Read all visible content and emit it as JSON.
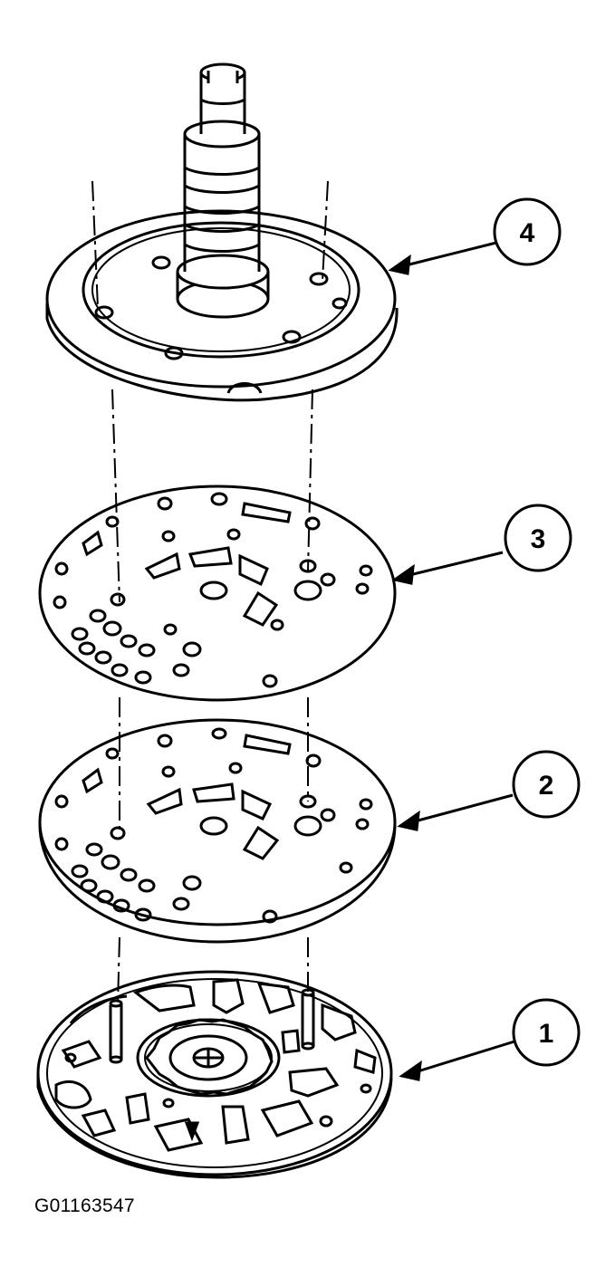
{
  "callouts": [
    {
      "number": "4",
      "part": "pump-cover-with-stator-shaft"
    },
    {
      "number": "3",
      "part": "gasket"
    },
    {
      "number": "2",
      "part": "separator-plate"
    },
    {
      "number": "1",
      "part": "pump-body-with-gears"
    }
  ],
  "figure_id": "G01163547",
  "colors": {
    "line": "#000000",
    "background": "#ffffff"
  }
}
